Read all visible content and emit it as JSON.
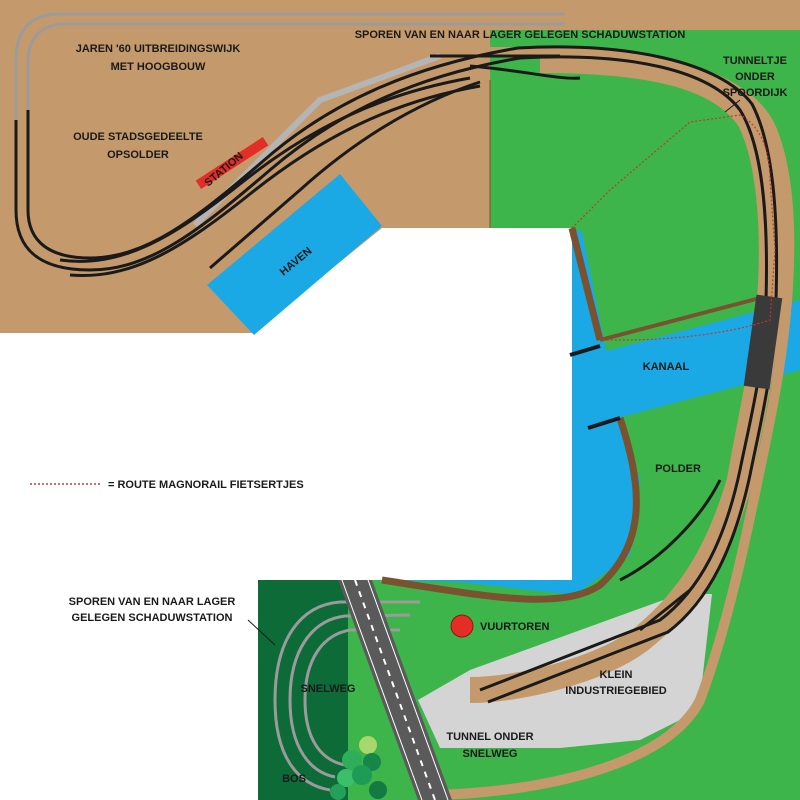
{
  "labels": {
    "expansion_line1": "JAREN '60 UITBREIDINGSWIJK",
    "expansion_line2": "MET HOOGBOUW",
    "shadow_top": "SPOREN VAN EN NAAR LAGER GELEGEN SCHADUWSTATION",
    "tunnel_dike_line1": "TUNNELTJE",
    "tunnel_dike_line2": "ONDER",
    "tunnel_dike_line3": "SPOORDIJK",
    "old_town_line1": "OUDE STADSGEDEELTE",
    "old_town_line2": "OPSOLDER",
    "station": "STATION",
    "harbor": "HAVEN",
    "canal": "KANAAL",
    "polder": "POLDER",
    "legend_route": "= ROUTE MAGNORAIL FIETSERTJES",
    "shadow_bottom_line1": "SPOREN VAN EN NAAR LAGER",
    "shadow_bottom_line2": "GELEGEN SCHADUWSTATION",
    "lighthouse": "VUURTOREN",
    "highway": "SNELWEG",
    "industry_line1": "KLEIN",
    "industry_line2": "INDUSTRIEGEBIED",
    "tunnel_highway_line1": "TUNNEL ONDER",
    "tunnel_highway_line2": "SNELWEG",
    "forest": "BOS"
  },
  "colors": {
    "town_ground": "#c49a6c",
    "grass": "#3db54a",
    "forest": "#0c6b37",
    "water": "#1aa9e5",
    "dike": "#7a5230",
    "track_bed": "#c49a6c",
    "rail": "#1a1a1a",
    "hidden_track": "#9b9b9b",
    "station_platform": "#e52d27",
    "industry": "#d4d4d4",
    "highway": "#5a5a5a",
    "lighthouse": "#e52d27",
    "magnorail_route": "#c0392b"
  }
}
